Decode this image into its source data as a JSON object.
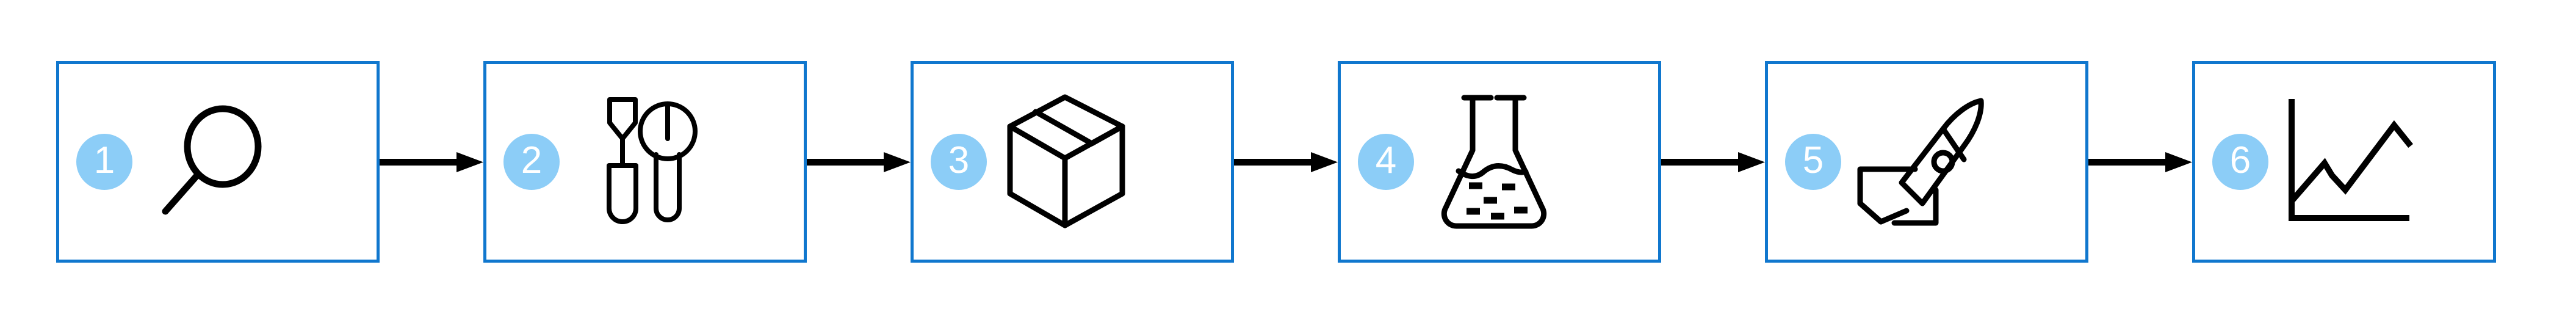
{
  "diagram": {
    "title": "six-step-process-flow",
    "orientation": "horizontal",
    "colors": {
      "box_border": "#1077ce",
      "badge_fill": "#8ccdf7",
      "badge_text": "#ffffff",
      "icon_stroke": "#000000",
      "background": "#ffffff",
      "arrow": "#000000"
    },
    "steps": [
      {
        "number": "1",
        "icon": "magnifier-icon"
      },
      {
        "number": "2",
        "icon": "screwdriver-wrench-icon"
      },
      {
        "number": "3",
        "icon": "package-box-icon"
      },
      {
        "number": "4",
        "icon": "flask-icon"
      },
      {
        "number": "5",
        "icon": "rocket-icon"
      },
      {
        "number": "6",
        "icon": "line-chart-icon"
      }
    ],
    "connectors": [
      {
        "type": "arrow-right",
        "from": "1",
        "to": "2"
      },
      {
        "type": "arrow-right",
        "from": "2",
        "to": "3"
      },
      {
        "type": "arrow-right",
        "from": "3",
        "to": "4"
      },
      {
        "type": "arrow-right",
        "from": "4",
        "to": "5"
      },
      {
        "type": "arrow-right",
        "from": "5",
        "to": "6"
      }
    ]
  }
}
